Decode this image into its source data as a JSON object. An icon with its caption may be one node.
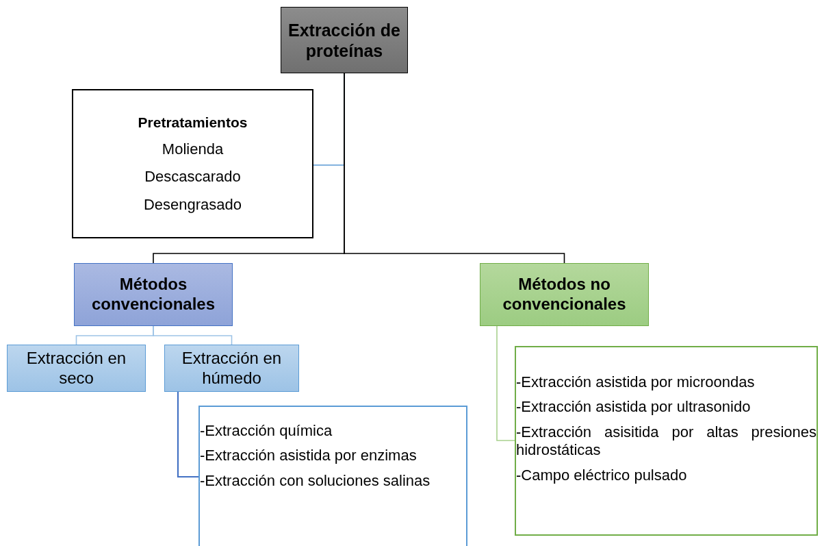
{
  "diagram": {
    "nodes": [
      {
        "text": [
          "Extracción de proteínas"
        ]
      },
      {
        "text": [
          "Pretratamientos",
          "Molienda",
          "Descascarado",
          "Desengrasado"
        ]
      },
      {
        "text": [
          "Métodos convencionales"
        ]
      },
      {
        "text": [
          "Métodos no convencionales"
        ]
      },
      {
        "text": [
          "Extracción en seco"
        ]
      },
      {
        "text": [
          "Extracción en húmedo"
        ]
      },
      {
        "text": [
          "-Extracción química",
          "-Extracción asistida por enzimas",
          "-Extracción con soluciones salinas"
        ]
      },
      {
        "text": [
          "-Extracción asistida por microondas",
          "-Extracción asistida por ultrasonido",
          "-Extracción asisitida por altas presiones hidrostáticas",
          "-Campo eléctrico pulsado"
        ]
      }
    ],
    "edges": [
      {
        "from": 0,
        "to": 1,
        "arrow": "none",
        "color": "#5b9bd5"
      },
      {
        "from": 0,
        "to": 2,
        "arrow": "none"
      },
      {
        "from": 0,
        "to": 3,
        "arrow": "none"
      },
      {
        "from": 2,
        "to": 4,
        "arrow": "none",
        "color": "#9dc3e6"
      },
      {
        "from": 2,
        "to": 5,
        "arrow": "none",
        "color": "#9dc3e6"
      },
      {
        "from": 5,
        "to": 6,
        "arrow": "none",
        "color": "#4472c4"
      },
      {
        "from": 3,
        "to": 7,
        "arrow": "none",
        "color": "#a9d18e"
      }
    ]
  }
}
